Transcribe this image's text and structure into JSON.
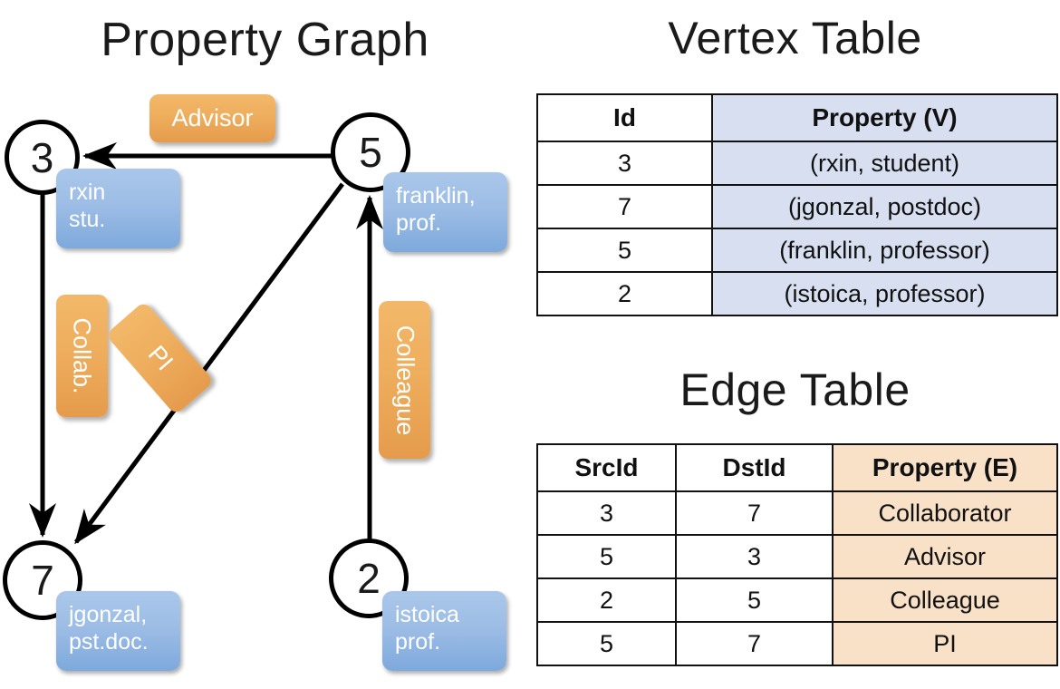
{
  "titles": {
    "property_graph": "Property Graph",
    "vertex_table": "Vertex Table",
    "edge_table": "Edge Table"
  },
  "graph": {
    "nodes": [
      {
        "id": "3",
        "property_label": "rxin\nstu."
      },
      {
        "id": "5",
        "property_label": "franklin,\nprof."
      },
      {
        "id": "7",
        "property_label": "jgonzal,\npst.doc."
      },
      {
        "id": "2",
        "property_label": "istoica\nprof."
      }
    ],
    "node_labels": {
      "n3": "3",
      "n5": "5",
      "n7": "7",
      "n2": "2"
    },
    "vertex_props": {
      "rxin_line1": "rxin",
      "rxin_line2": "stu.",
      "franklin_line1": "franklin,",
      "franklin_line2": "prof.",
      "jgonzal_line1": "jgonzal,",
      "jgonzal_line2": "pst.doc.",
      "istoica_line1": "istoica",
      "istoica_line2": "prof."
    },
    "edge_labels": {
      "advisor": "Advisor",
      "collab": "Collab.",
      "pi": "PI",
      "colleague": "Colleague"
    },
    "edges": [
      {
        "from": "5",
        "to": "3",
        "label": "Advisor"
      },
      {
        "from": "3",
        "to": "7",
        "label": "Collab."
      },
      {
        "from": "5",
        "to": "7",
        "label": "PI"
      },
      {
        "from": "2",
        "to": "5",
        "label": "Colleague"
      }
    ]
  },
  "vertex_table": {
    "headers": [
      "Id",
      "Property (V)"
    ],
    "rows": [
      {
        "id": "3",
        "property": "(rxin, student)"
      },
      {
        "id": "7",
        "property": "(jgonzal, postdoc)"
      },
      {
        "id": "5",
        "property": "(franklin, professor)"
      },
      {
        "id": "2",
        "property": "(istoica, professor)"
      }
    ]
  },
  "edge_table": {
    "headers": [
      "SrcId",
      "DstId",
      "Property (E)"
    ],
    "rows": [
      {
        "src": "3",
        "dst": "7",
        "property": "Collaborator"
      },
      {
        "src": "5",
        "dst": "3",
        "property": "Advisor"
      },
      {
        "src": "2",
        "dst": "5",
        "property": "Colleague"
      },
      {
        "src": "5",
        "dst": "7",
        "property": "PI"
      }
    ]
  },
  "colors": {
    "vertex_property_fill": "#d7dff0",
    "edge_property_fill": "#f8e1c7",
    "vertex_box": "#9dbde5",
    "edge_box": "#eeae5d",
    "stroke": "#000000"
  }
}
